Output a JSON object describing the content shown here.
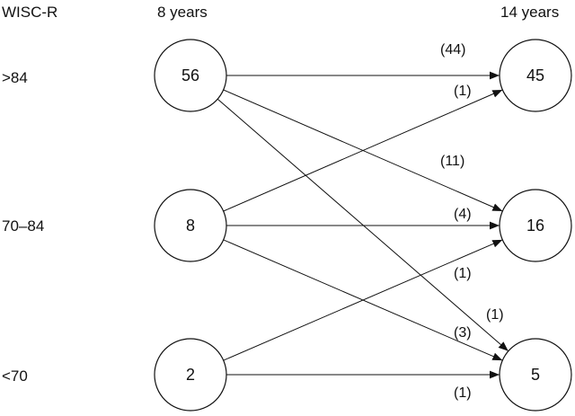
{
  "headers": {
    "measure": "WISC-R",
    "age_8": "8 years",
    "age_14": "14 years"
  },
  "rows": [
    {
      "id": "r1",
      "label": ">84"
    },
    {
      "id": "r2",
      "label": "70–84"
    },
    {
      "id": "r3",
      "label": "<70"
    }
  ],
  "nodes_8": [
    {
      "id": "a1",
      "value": "56"
    },
    {
      "id": "a2",
      "value": "8"
    },
    {
      "id": "a3",
      "value": "2"
    }
  ],
  "nodes_14": [
    {
      "id": "b1",
      "value": "45"
    },
    {
      "id": "b2",
      "value": "16"
    },
    {
      "id": "b3",
      "value": "5"
    }
  ],
  "transitions": [
    {
      "from": "a1",
      "to": "b1",
      "label": "(44)"
    },
    {
      "from": "a2",
      "to": "b1",
      "label": "(1)"
    },
    {
      "from": "a1",
      "to": "b2",
      "label": "(11)"
    },
    {
      "from": "a2",
      "to": "b2",
      "label": "(4)"
    },
    {
      "from": "a3",
      "to": "b2",
      "label": "(1)"
    },
    {
      "from": "a1",
      "to": "b3",
      "label": "(1)"
    },
    {
      "from": "a2",
      "to": "b3",
      "label": "(3)"
    },
    {
      "from": "a3",
      "to": "b3",
      "label": "(1)"
    }
  ]
}
